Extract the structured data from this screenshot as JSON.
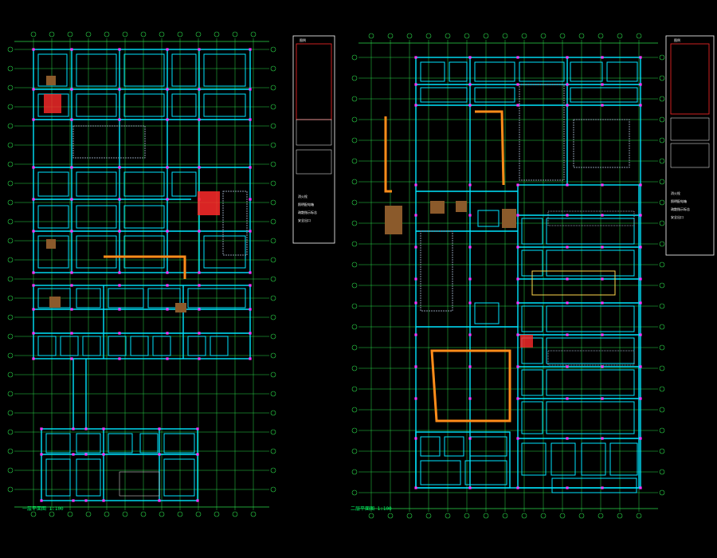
{
  "colors": {
    "background": "#000000",
    "grid": "#2bd94a",
    "walls": "#00e5ff",
    "columns": "#ff33ff",
    "accent_red": "#ff2a2a",
    "accent_orange": "#ff8c1a",
    "accent_yellow": "#ffd84d",
    "accent_brown": "#8b5a2b",
    "text_white": "#ffffff"
  },
  "sheet_left": {
    "caption": "一层平面图 1:100",
    "title_label": "图例"
  },
  "sheet_right": {
    "caption": "二层平面图 1:100",
    "title_label": "图例"
  },
  "legend_left": {
    "notes": [
      "消火栓",
      "照明配电箱",
      "疏散指示标志",
      "安全出口"
    ]
  },
  "legend_right": {
    "notes": [
      "消火栓",
      "照明配电箱",
      "疏散指示标志",
      "安全出口"
    ]
  }
}
